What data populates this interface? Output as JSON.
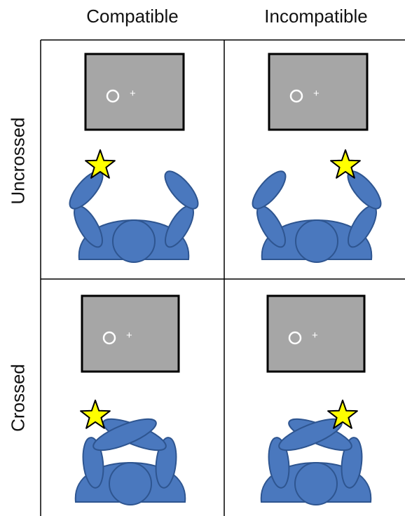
{
  "columns": {
    "compatible": "Compatible",
    "incompatible": "Incompatible"
  },
  "rows": {
    "uncrossed": "Uncrossed",
    "crossed": "Crossed"
  },
  "colors": {
    "screen_fill": "#a6a6a6",
    "screen_border": "#000000",
    "body_fill": "#4a78be",
    "body_stroke": "#2e5590",
    "star_fill": "#ffff00",
    "star_stroke": "#000000",
    "grid_line": "#000000"
  },
  "screen_symbols": {
    "fixation": "+"
  }
}
